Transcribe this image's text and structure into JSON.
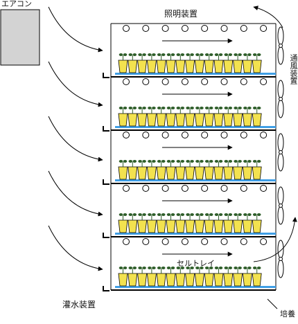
{
  "labels": {
    "aircon": "エアコン",
    "lighting": "照明装置",
    "ventilation": "通風装置",
    "cell_tray": "セルトレイ",
    "irrigation": "灌水装置",
    "cultivation_shelf": "培養"
  },
  "shelf": {
    "tiers": 5,
    "lamps_per_tier": 8,
    "pots_per_tier": 15,
    "fans": 5
  },
  "colors": {
    "aircon_fill": "#d3d3d3",
    "pot_fill": "#f3e24f",
    "water": "#3f9fe6",
    "leaf": "#2f5e2a",
    "line": "#000000"
  }
}
